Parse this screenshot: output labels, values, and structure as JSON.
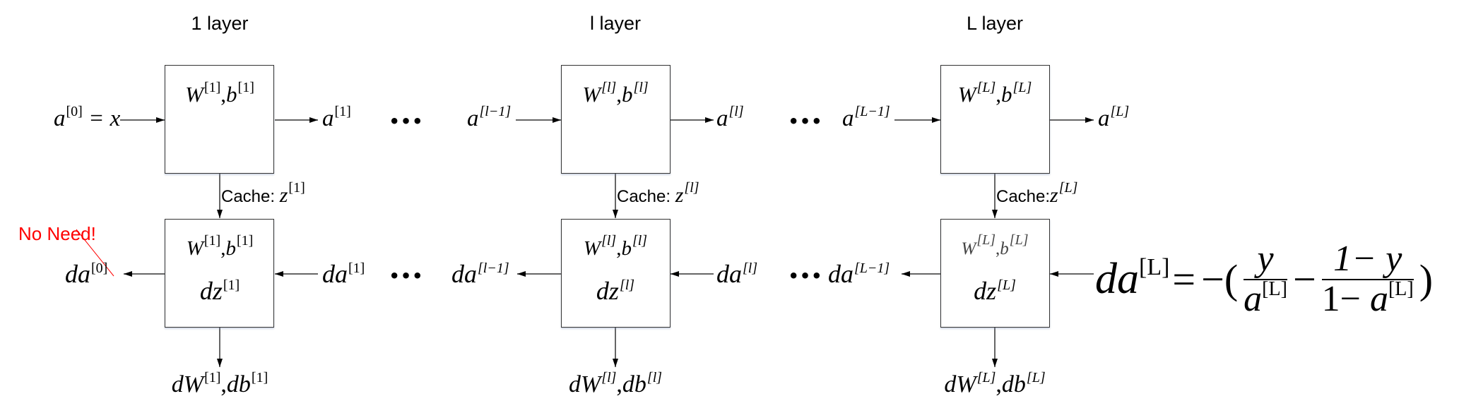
{
  "titles": [
    "1 layer",
    "l layer",
    "L layer"
  ],
  "forward": {
    "inputs": [
      {
        "base": "a",
        "sup": "[0]",
        "suffix": "= x"
      },
      {
        "base": "a",
        "sup": "[l−1]"
      },
      {
        "base": "a",
        "sup": "[L−1]"
      }
    ],
    "outputs": [
      {
        "base": "a",
        "sup": "[1]"
      },
      {
        "base": "a",
        "sup": "[l]"
      },
      {
        "base": "a",
        "sup": "[L]"
      }
    ],
    "boxes": [
      {
        "w": "W",
        "w_sup": "[1]",
        "b": "b",
        "b_sup": "[1]"
      },
      {
        "w": "W",
        "w_sup": "[l]",
        "b": "b",
        "b_sup": "[l]"
      },
      {
        "w": "W",
        "w_sup": "[L]",
        "b": "b",
        "b_sup": "[L]"
      }
    ]
  },
  "cache": [
    {
      "label": "Cache:",
      "z": "z",
      "sup": "[1]"
    },
    {
      "label": "Cache:",
      "z": "z",
      "sup": "[l]"
    },
    {
      "label": "Cache:",
      "z": "z",
      "sup": "[L]"
    }
  ],
  "backward": {
    "boxes": [
      {
        "w": "W",
        "w_sup": "[1]",
        "b": "b",
        "b_sup": "[1]",
        "dz": "dz",
        "dz_sup": "[1]"
      },
      {
        "w": "W",
        "w_sup": "[l]",
        "b": "b",
        "b_sup": "[l]",
        "dz": "dz",
        "dz_sup": "[l]"
      },
      {
        "w": "W",
        "w_sup": "[L]",
        "b": "b",
        "b_sup": "[L]",
        "dz": "dz",
        "dz_sup": "[L]"
      }
    ],
    "inputs": [
      {
        "base": "da",
        "sup": "[1]"
      },
      {
        "base": "da",
        "sup": "[l]"
      }
    ],
    "outputs": [
      {
        "base": "da",
        "sup": "[0]"
      },
      {
        "base": "da",
        "sup": "[l−1]"
      },
      {
        "base": "da",
        "sup": "[L−1]"
      }
    ],
    "grads": [
      {
        "dw": "dW",
        "dw_sup": "[1]",
        "db": "db",
        "db_sup": "[1]"
      },
      {
        "dw": "dW",
        "dw_sup": "[l]",
        "db": "db",
        "db_sup": "[l]"
      },
      {
        "dw": "dW",
        "dw_sup": "[L]",
        "db": "db",
        "db_sup": "[L]"
      }
    ]
  },
  "ellipsis": "•••",
  "note": {
    "text": "No Need!",
    "color": "#ff0000"
  },
  "equation": {
    "lhs": "da",
    "lhs_sup": "[L]",
    "eq": "=",
    "minus_paren": "−(",
    "frac1_num": "y",
    "frac1_den": "a",
    "frac1_den_sup": "[L]",
    "minus": "−",
    "frac2_num": "1− y",
    "frac2_den_pre": "1− ",
    "frac2_den": "a",
    "frac2_den_sup": "[L]",
    "close": ")"
  }
}
